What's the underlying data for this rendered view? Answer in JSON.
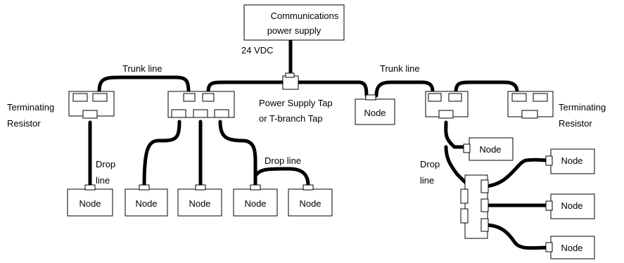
{
  "power_supply": {
    "line1": "Communications",
    "line2": "power supply",
    "voltage": "24 VDC"
  },
  "tap": {
    "line1": "Power Supply Tap",
    "line2": "or T-branch Tap"
  },
  "trunk_left": "Trunk line",
  "trunk_right": "Trunk line",
  "terminator_left": {
    "line1": "Terminating",
    "line2": "Resistor"
  },
  "terminator_right": {
    "line1": "Terminating",
    "line2": "Resistor"
  },
  "drop_left": {
    "line1": "Drop",
    "line2": "line"
  },
  "drop_middle": "Drop line",
  "drop_right": {
    "line1": "Drop",
    "line2": "line"
  },
  "node_label": "Node"
}
